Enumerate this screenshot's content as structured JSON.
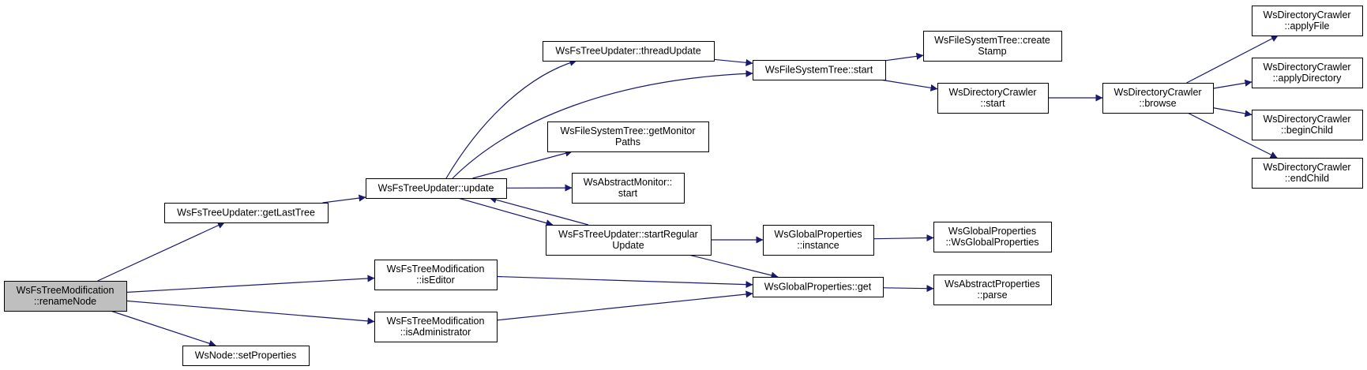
{
  "graph": {
    "edge_color": "#191970",
    "root_fill": "#bfbfbf",
    "nodes": [
      {
        "id": "root",
        "lines": [
          "WsFsTreeModification",
          "::renameNode"
        ],
        "root": true
      },
      {
        "id": "getLastTree",
        "lines": [
          "WsFsTreeUpdater::getLastTree"
        ]
      },
      {
        "id": "isEditor",
        "lines": [
          "WsFsTreeModification",
          "::isEditor"
        ]
      },
      {
        "id": "isAdministrator",
        "lines": [
          "WsFsTreeModification",
          "::isAdministrator"
        ]
      },
      {
        "id": "setProperties",
        "lines": [
          "WsNode::setProperties"
        ]
      },
      {
        "id": "update",
        "lines": [
          "WsFsTreeUpdater::update"
        ]
      },
      {
        "id": "threadUpdate",
        "lines": [
          "WsFsTreeUpdater::threadUpdate"
        ]
      },
      {
        "id": "getMonitorPaths",
        "lines": [
          "WsFileSystemTree::getMonitor",
          "Paths"
        ]
      },
      {
        "id": "monitorStart",
        "lines": [
          "WsAbstractMonitor::",
          "start"
        ]
      },
      {
        "id": "startRegularUpdate",
        "lines": [
          "WsFsTreeUpdater::startRegular",
          "Update"
        ]
      },
      {
        "id": "fstStart",
        "lines": [
          "WsFileSystemTree::start"
        ]
      },
      {
        "id": "gpInstance",
        "lines": [
          "WsGlobalProperties",
          "::instance"
        ]
      },
      {
        "id": "gpGet",
        "lines": [
          "WsGlobalProperties::get"
        ]
      },
      {
        "id": "createStamp",
        "lines": [
          "WsFileSystemTree::create",
          "Stamp"
        ]
      },
      {
        "id": "dcStart",
        "lines": [
          "WsDirectoryCrawler",
          "::start"
        ]
      },
      {
        "id": "gpCtor",
        "lines": [
          "WsGlobalProperties",
          "::WsGlobalProperties"
        ]
      },
      {
        "id": "parse",
        "lines": [
          "WsAbstractProperties",
          "::parse"
        ]
      },
      {
        "id": "browse",
        "lines": [
          "WsDirectoryCrawler",
          "::browse"
        ]
      },
      {
        "id": "applyFile",
        "lines": [
          "WsDirectoryCrawler",
          "::applyFile"
        ]
      },
      {
        "id": "applyDirectory",
        "lines": [
          "WsDirectoryCrawler",
          "::applyDirectory"
        ]
      },
      {
        "id": "beginChild",
        "lines": [
          "WsDirectoryCrawler",
          "::beginChild"
        ]
      },
      {
        "id": "endChild",
        "lines": [
          "WsDirectoryCrawler",
          "::endChild"
        ]
      }
    ],
    "edges": [
      {
        "from": "root",
        "to": "getLastTree"
      },
      {
        "from": "root",
        "to": "isEditor"
      },
      {
        "from": "root",
        "to": "isAdministrator"
      },
      {
        "from": "root",
        "to": "setProperties"
      },
      {
        "from": "getLastTree",
        "to": "update"
      },
      {
        "from": "update",
        "to": "threadUpdate"
      },
      {
        "from": "update",
        "to": "fstStart"
      },
      {
        "from": "update",
        "to": "getMonitorPaths"
      },
      {
        "from": "update",
        "to": "monitorStart"
      },
      {
        "from": "update",
        "to": "startRegularUpdate"
      },
      {
        "from": "startRegularUpdate",
        "to": "update"
      },
      {
        "from": "startRegularUpdate",
        "to": "gpInstance"
      },
      {
        "from": "startRegularUpdate",
        "to": "gpGet"
      },
      {
        "from": "threadUpdate",
        "to": "fstStart"
      },
      {
        "from": "fstStart",
        "to": "createStamp"
      },
      {
        "from": "fstStart",
        "to": "dcStart"
      },
      {
        "from": "dcStart",
        "to": "browse"
      },
      {
        "from": "browse",
        "to": "applyFile"
      },
      {
        "from": "browse",
        "to": "applyDirectory"
      },
      {
        "from": "browse",
        "to": "beginChild"
      },
      {
        "from": "browse",
        "to": "endChild"
      },
      {
        "from": "isEditor",
        "to": "gpGet"
      },
      {
        "from": "isAdministrator",
        "to": "gpGet"
      },
      {
        "from": "gpInstance",
        "to": "gpCtor"
      },
      {
        "from": "gpGet",
        "to": "parse"
      }
    ]
  }
}
